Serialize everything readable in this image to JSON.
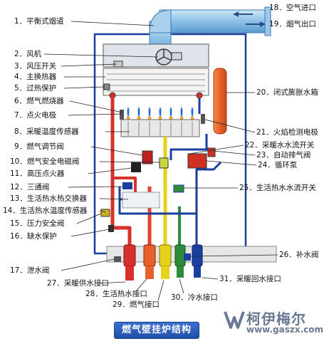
{
  "labels_left": [
    {
      "id": "1",
      "text": "1．平衡式烟道"
    },
    {
      "id": "2",
      "text": "2．风机"
    },
    {
      "id": "3",
      "text": "3．风压开关"
    },
    {
      "id": "4",
      "text": "4．主换热器"
    },
    {
      "id": "5",
      "text": "5．过热保护"
    },
    {
      "id": "6",
      "text": "6．燃气燃烧器"
    },
    {
      "id": "7",
      "text": "7．点火电极"
    },
    {
      "id": "8",
      "text": "8．采暖温度传感器"
    },
    {
      "id": "9",
      "text": "9．燃气调节阀"
    },
    {
      "id": "10",
      "text": "10．燃气安全电磁阀"
    },
    {
      "id": "11",
      "text": "11．高压点火器"
    },
    {
      "id": "12",
      "text": "12．三通阀"
    },
    {
      "id": "13",
      "text": "13．生活热水热交换器"
    },
    {
      "id": "14",
      "text": "14．生活热水温度传感器"
    },
    {
      "id": "15",
      "text": "15．压力安全阀"
    },
    {
      "id": "16",
      "text": "16．缺水保护"
    },
    {
      "id": "17",
      "text": "17．泄水阀"
    }
  ],
  "labels_right": [
    {
      "id": "18",
      "text": "18．空气进口"
    },
    {
      "id": "19",
      "text": "19．烟气出口"
    },
    {
      "id": "20",
      "text": "20．闭式膨胀水箱"
    },
    {
      "id": "21",
      "text": "21．火焰检测电极"
    },
    {
      "id": "22",
      "text": "22．采暖水水流开关"
    },
    {
      "id": "23",
      "text": "23．自动排气阀"
    },
    {
      "id": "24",
      "text": "24．循环泵"
    },
    {
      "id": "25",
      "text": "25．生活热水水流开关"
    },
    {
      "id": "26",
      "text": "26．补水阀"
    },
    {
      "id": "31",
      "text": "31．采暖回水接口"
    }
  ],
  "labels_bottom": [
    {
      "id": "27",
      "text": "27．采暖供水接口"
    },
    {
      "id": "28",
      "text": "28．生活热水接口"
    },
    {
      "id": "29",
      "text": "29．燃气接口"
    },
    {
      "id": "30",
      "text": "30．冷水接口"
    }
  ],
  "title": "燃气壁挂炉结构",
  "brand": {
    "name": "柯伊梅尔",
    "url": "www.gaszx.com"
  },
  "colors": {
    "heating_supply": "#d8302a",
    "hot_water": "#e8402a",
    "gas": "#e6d21a",
    "cold_water": "#2e8b3a",
    "return": "#1a3f9e",
    "casing": "#1a3f9e",
    "flue": "#7fb6e0",
    "tank": "#e8602a"
  }
}
